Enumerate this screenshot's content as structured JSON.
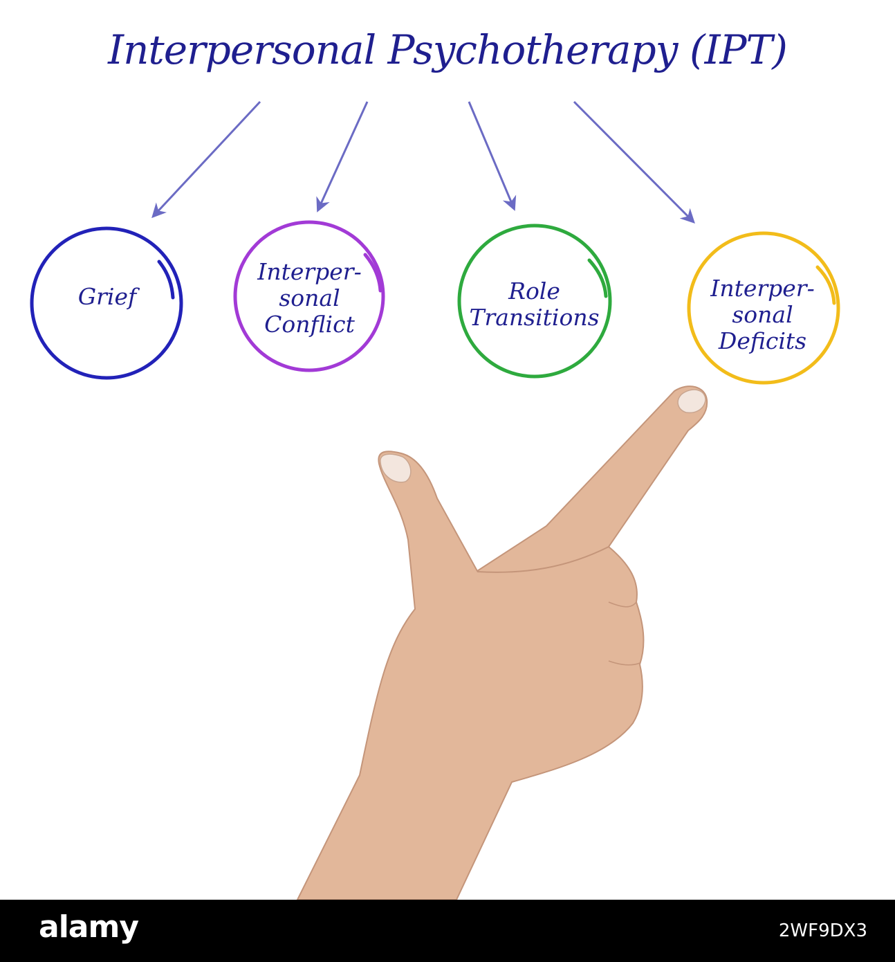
{
  "title": "Interpersonal Psychotherapy (IPT)",
  "nodes": [
    {
      "lines": [
        "Grief"
      ],
      "color": "#2222b8"
    },
    {
      "lines": [
        "Interper-",
        "sonal",
        "Conflict"
      ],
      "color": "#a23ad6"
    },
    {
      "lines": [
        "Role",
        "Transitions"
      ],
      "color": "#2eaa3e"
    },
    {
      "lines": [
        "Interper-",
        "sonal",
        "Deficits"
      ],
      "color": "#f2bc1a"
    }
  ],
  "arrow_color": "#6b6bc4",
  "text_color": "#1f1f8f",
  "skin_color": "#e2b79a",
  "footer": {
    "brand": "alamy",
    "code": "2WF9DX3"
  }
}
